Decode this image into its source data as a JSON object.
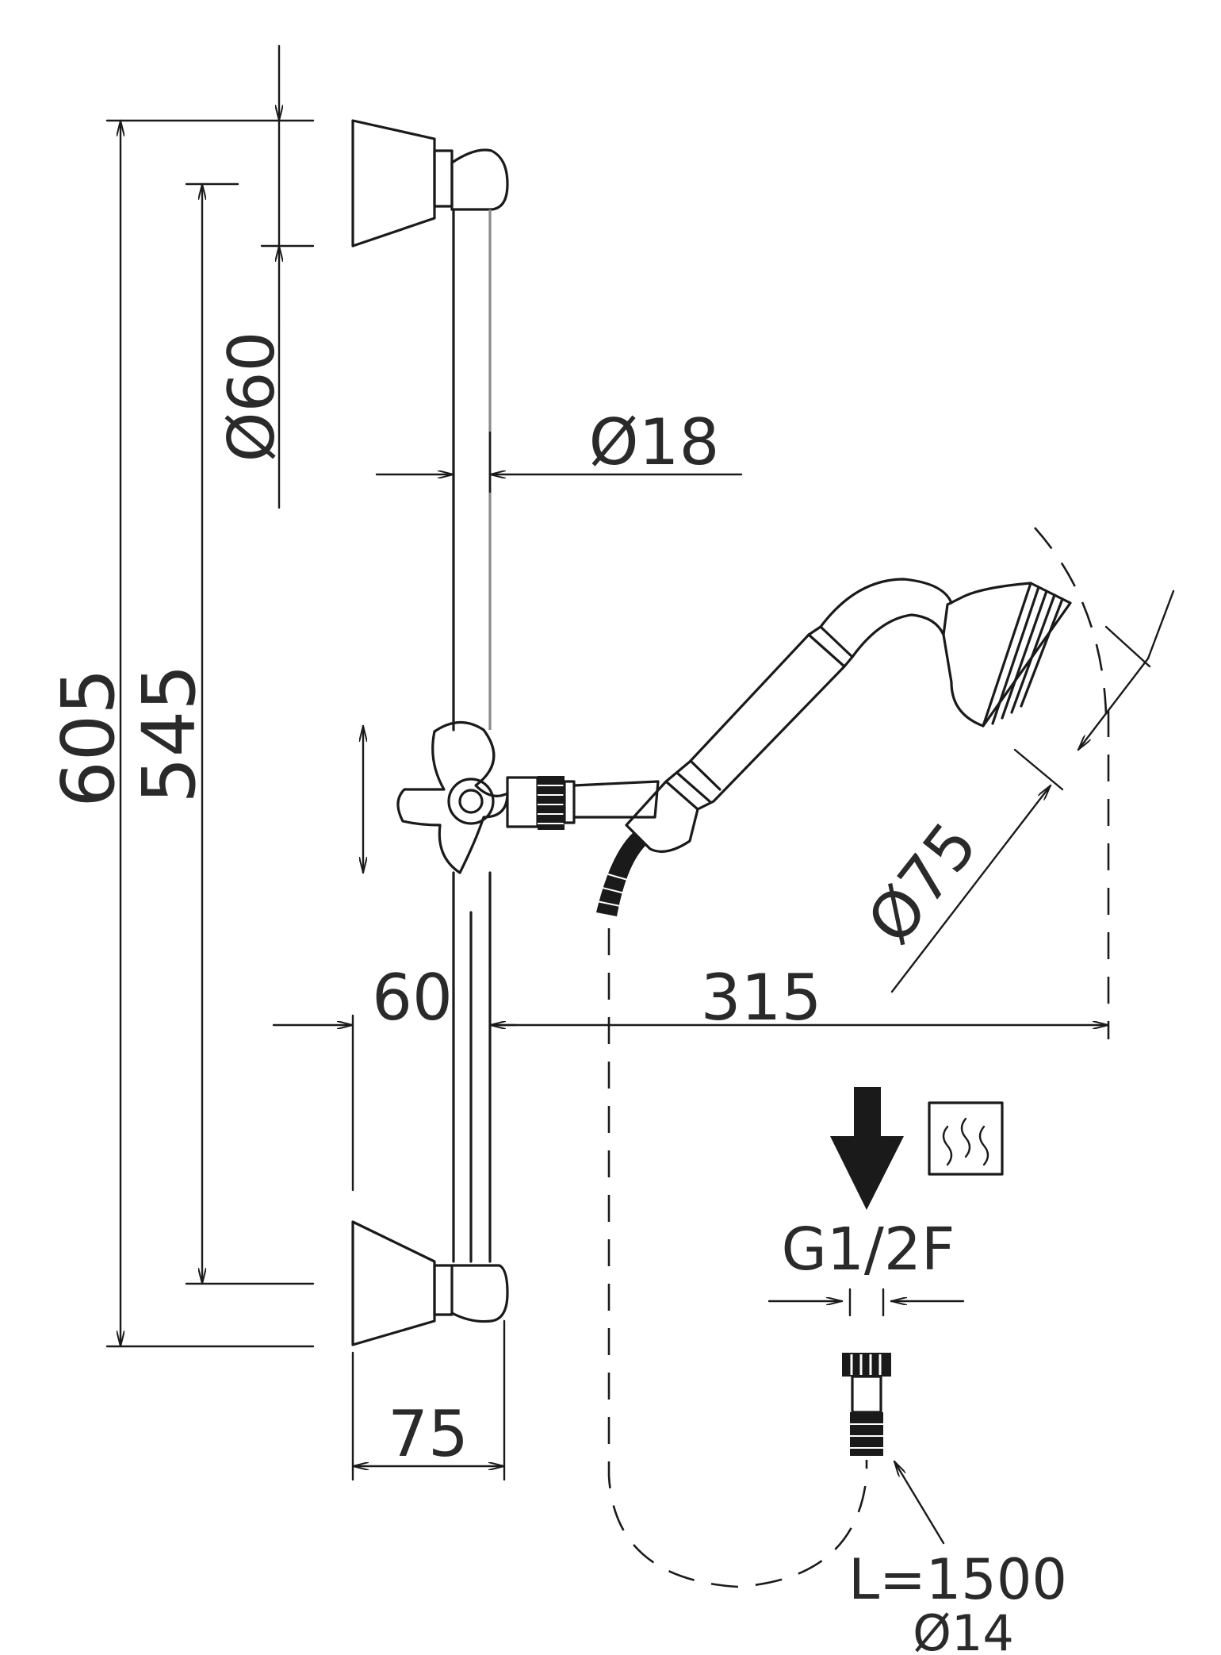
{
  "drawing": {
    "dims": {
      "overall_height": "605",
      "bar_height": "545",
      "wall_diameter": "Ø60",
      "bar_diameter": "Ø18",
      "wall_offset": "60",
      "reach": "315",
      "head_diameter": "Ø75",
      "bracket_depth": "75"
    },
    "connection": {
      "thread": "G1/2F",
      "hose_length": "L=1500",
      "hose_diameter": "Ø14"
    },
    "colors": {
      "ink": "#1a1a1a",
      "background": "#ffffff"
    },
    "icons": [
      "down-arrow-icon",
      "hot-water-icon"
    ]
  }
}
